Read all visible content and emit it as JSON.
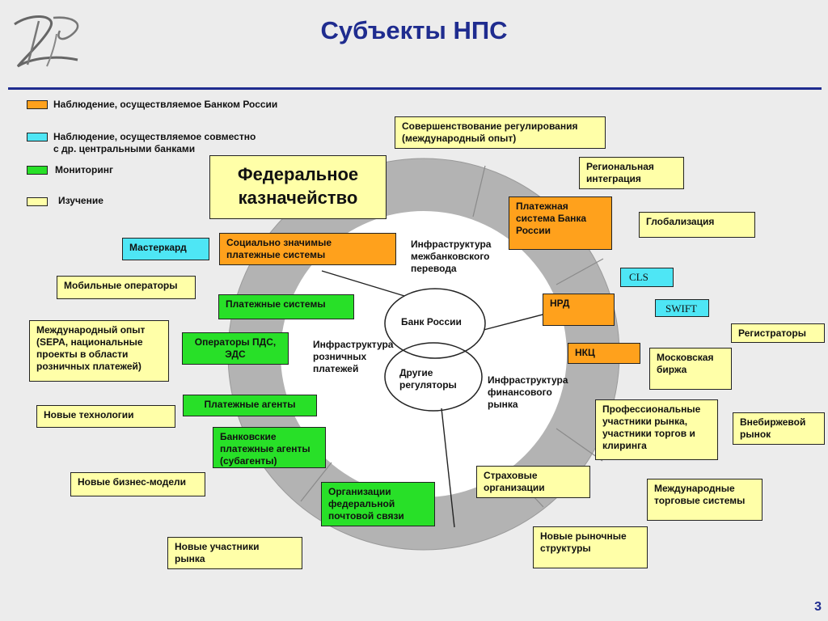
{
  "title": "Субъекты НПС",
  "page_number": "3",
  "legend": [
    {
      "label": "Наблюдение, осуществляемое Банком России",
      "color": "#ffa11c"
    },
    {
      "label": "Наблюдение, осуществляемое  совместно\nс др. центральными банками",
      "color": "#4ee6f5"
    },
    {
      "label": "Мониторинг",
      "color": "#28e028"
    },
    {
      "label": "Изучение",
      "color": "#ffffa8"
    }
  ],
  "center": {
    "bank_of_russia": "Банк России",
    "other_regulators": "Другие\nрегуляторы"
  },
  "sectors": {
    "interbank": "Инфраструктура\n межбанковского\nперевода",
    "retail": "Инфраструктура\nрозничных\nплатежей",
    "financial_market": "Инфраструктура\nфинансового\nрынка"
  },
  "boxes": {
    "treasury": "Федеральное\nказначейство",
    "regulation_improvement": "Совершенствование регулирования\n(международный опыт)",
    "regional_integration": "Региональная\nинтеграция",
    "payment_system_bor": "Платежная\nсистема Банка\nРоссии",
    "globalization": "Глобализация",
    "mastercard": "Мастеркард",
    "socially_significant": "Социально значимые\nплатежные системы",
    "mobile_operators": "Мобильные операторы",
    "payment_systems": "Платежные системы",
    "nrd": "НРД",
    "cls": "CLS",
    "swift": "SWIFT",
    "registrars": "Регистраторы",
    "international_experience": "Международный опыт\n(SEPA, национальные\nпроекты в области\nрозничных платежей)",
    "operators_pds": "Операторы ПДС,\nЭДС",
    "nkc": "НКЦ",
    "moscow_exchange": "Московская\nбиржа",
    "payment_agents": "Платежные агенты",
    "new_technologies": "Новые технологии",
    "professional_participants": "Профессиональные\nучастники рынка,\nучастники торгов и\nклиринга",
    "otc_market": "Внебиржевой\nрынок",
    "bank_payment_agents": "Банковские\nплатежные агенты\n(субагенты)",
    "new_business_models": "Новые бизнес-модели",
    "insurance": "Страховые\nорганизации",
    "intl_trading_systems": "Международные\nторговые системы",
    "postal": "Организации\nфедеральной\nпочтовой связи",
    "new_market_structures": "Новые рыночные\nструктуры",
    "new_participants": "Новые участники\nрынка"
  }
}
